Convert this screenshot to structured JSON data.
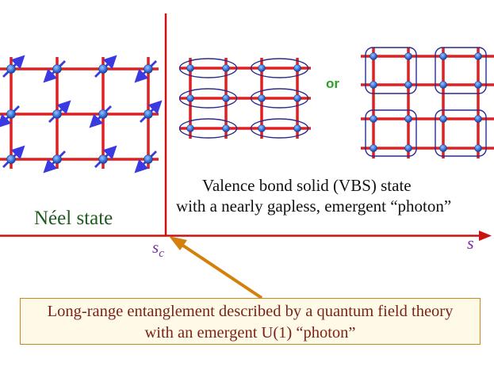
{
  "labels": {
    "neel": "Néel state",
    "vbs_line1": "Valence bond solid (VBS) state",
    "vbs_line2": "with a nearly gapless, emergent “photon”",
    "or": "or",
    "sc": "s",
    "sc_sub": "c",
    "s": "s"
  },
  "callout": {
    "line1": "Long-range entanglement described by a quantum field theory",
    "line2": "with an emergent U(1) “photon”"
  },
  "colors": {
    "lattice": "#e02020",
    "spin": "#3a3ae0",
    "site": "#3366cc",
    "axis": "#cc1111",
    "arrow": "#d4800c",
    "bond_outline": "#2a2a8c"
  }
}
